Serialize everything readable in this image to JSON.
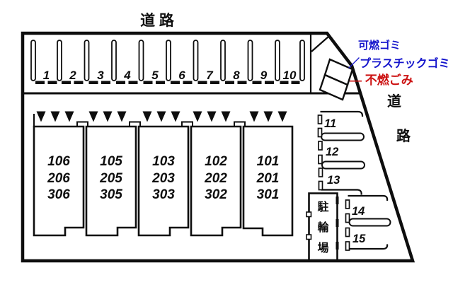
{
  "roads": {
    "top": "道 路",
    "right_upper": "道",
    "right_lower": "路"
  },
  "garbage_station": {
    "burnable": "可燃ゴミ",
    "plastic": "／プラスチックゴミ",
    "non_burnable": "— 不燃ごみ",
    "label_color_blue": "#1515cc",
    "label_color_red": "#cc1111"
  },
  "parking": {
    "top_row": [
      "1",
      "2",
      "3",
      "4",
      "5",
      "6",
      "7",
      "8",
      "9",
      "10"
    ],
    "right_column": [
      "11",
      "12",
      "13",
      "14",
      "15"
    ]
  },
  "buildings": [
    {
      "units": [
        "106",
        "206",
        "306"
      ]
    },
    {
      "units": [
        "105",
        "205",
        "305"
      ]
    },
    {
      "units": [
        "103",
        "203",
        "303"
      ]
    },
    {
      "units": [
        "102",
        "202",
        "302"
      ]
    },
    {
      "units": [
        "101",
        "201",
        "301"
      ]
    }
  ],
  "bicycle_parking": {
    "label": "駐輪場",
    "chars": [
      "駐",
      "輪",
      "場"
    ]
  },
  "colors": {
    "line": "#0e0e0e",
    "background": "#ffffff"
  }
}
